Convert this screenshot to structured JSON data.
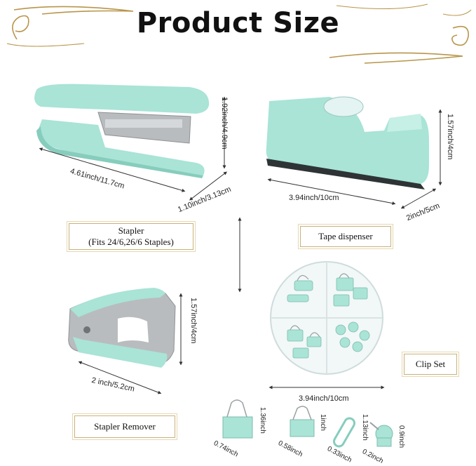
{
  "title": "Product Size",
  "stapler": {
    "label_line1": "Stapler",
    "label_line2": "(Fits 24/6,26/6 Staples)",
    "length": "4.61inch/11.7cm",
    "height": "1.92inch/4.9cm",
    "width": "1.10inch/3.13cm"
  },
  "tape": {
    "label": "Tape dispenser",
    "length": "3.94inch/10cm",
    "height": "1.57inch/4cm",
    "width": "2inch/5cm"
  },
  "remover": {
    "label": "Stapler Remover",
    "length": "2 inch/5.2cm",
    "height": "1.57inch/4cm"
  },
  "clips": {
    "label": "Clip Set",
    "diameter": "3.94inch/10cm",
    "big_clip_w": "0.74inch",
    "big_clip_h": "1.36inch",
    "small_clip_w": "0.58inch",
    "small_clip_h": "1inch",
    "paperclip_w": "0.33inch",
    "paperclip_h": "1.13inch",
    "pin_w": "0.2inch",
    "pin_h": "0.9inch"
  },
  "colors": {
    "mint": "#a9e4d6",
    "mint_dark": "#86cdbd",
    "metal": "#b9bcbe",
    "gold": "#b8954a"
  }
}
